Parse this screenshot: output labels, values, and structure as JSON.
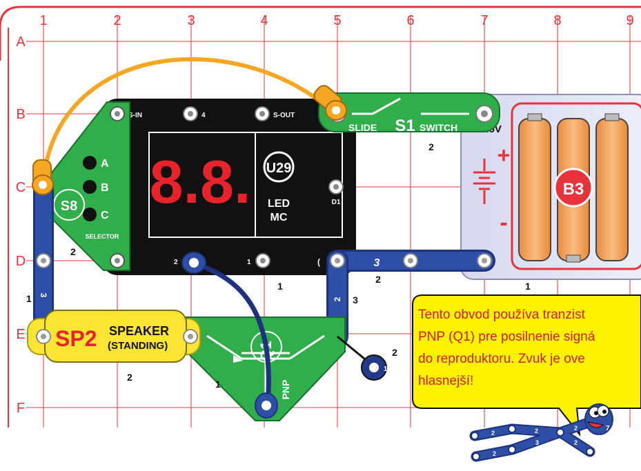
{
  "grid": {
    "columns": [
      "1",
      "2",
      "3",
      "4",
      "5",
      "6",
      "7",
      "8",
      "9"
    ],
    "rows": [
      "A",
      "B",
      "C",
      "D",
      "E",
      "F"
    ],
    "line_color": "#e8323c"
  },
  "modules": {
    "u29": {
      "id": "U29",
      "label_line1": "LED",
      "label_line2": "MC",
      "display": "8.8.",
      "pins": {
        "s_in": "S-IN",
        "four": "4",
        "s_out": "S-OUT",
        "d1": "D1",
        "two": "2",
        "one": "1",
        "paren": "("
      }
    },
    "s8": {
      "id": "S8",
      "label": "SELECTOR",
      "options": [
        "A",
        "B",
        "C"
      ]
    },
    "s1": {
      "id": "S1",
      "label_left": "SLIDE",
      "label_right": "SWITCH"
    },
    "b3": {
      "id": "B3",
      "voltage": "4.5V",
      "plus": "+",
      "minus": "-"
    },
    "sp2": {
      "id": "SP2",
      "label_line1": "SPEAKER",
      "label_line2": "(STANDING)"
    },
    "q1": {
      "id": "Q1",
      "type": "PNP"
    }
  },
  "wire_labels": {
    "s1_level": "2",
    "s8_level": "2",
    "left_vertical_level": "1",
    "left_vertical_snap": "3",
    "u29_base_level": "1",
    "snap3_horizontal_number": "3",
    "snap3_horizontal_level": "2",
    "snap2_vertical_number": "2",
    "snap2_vertical_level": "3",
    "battery_level": "1",
    "sp2_level": "2",
    "q1_level": "1",
    "single_snap_number": "1",
    "single_snap_level": "2"
  },
  "callout": {
    "text_lines": [
      "Tento obvod používa tranzist",
      "PNP (Q1) pre posilnenie signá",
      "do reproduktoru. Zvuk je ove",
      "hlasnejší!"
    ],
    "bg_color": "#fff200",
    "text_color": "#d21f2b"
  },
  "mascot": {
    "snap_numbers": [
      "2",
      "2",
      "2",
      "3",
      "2",
      "2"
    ],
    "head_number": "7"
  },
  "colors": {
    "green": "#2fae49",
    "dark_green": "#1e7d34",
    "navy": "#233a8b",
    "yellow": "#fbe534",
    "orange": "#f5a623",
    "battery_orange": "#f4a45a",
    "red": "#e8323c"
  }
}
